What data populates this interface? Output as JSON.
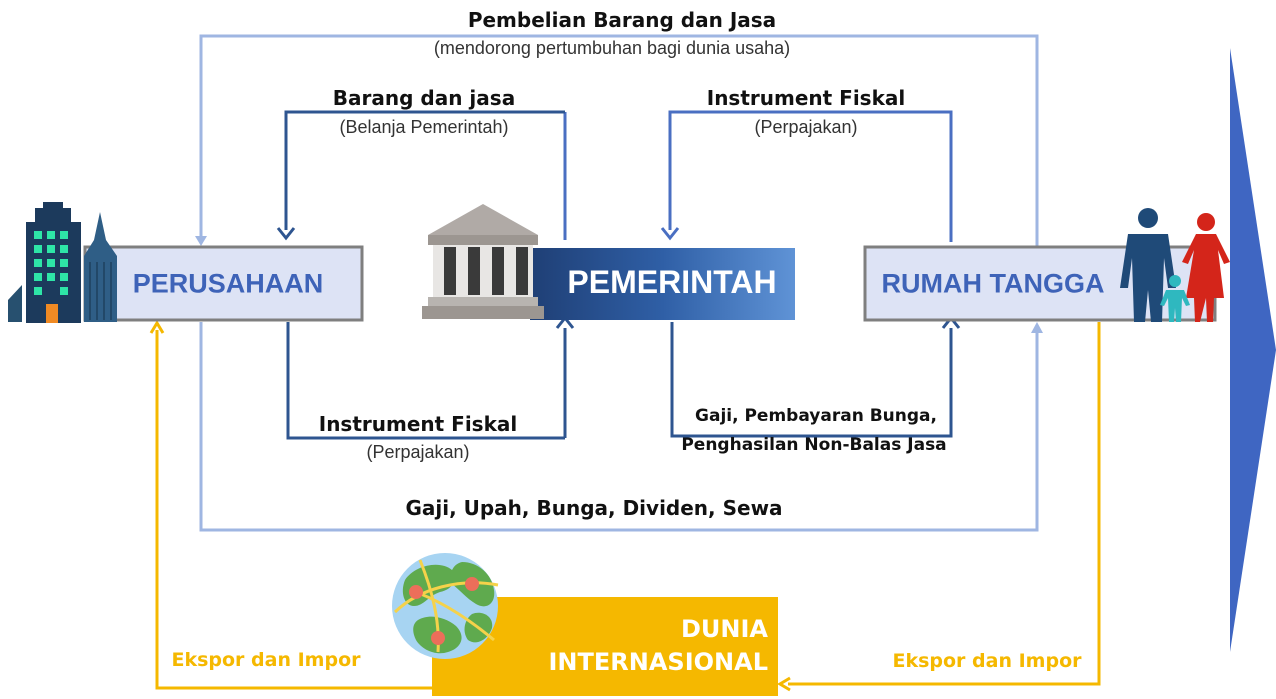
{
  "nodes": {
    "perusahaan": "PERUSAHAAN",
    "pemerintah": "PEMERINTAH",
    "rumah_tangga": "RUMAH TANGGA",
    "dunia_line1": "DUNIA",
    "dunia_line2": "INTERNASIONAL"
  },
  "flows": {
    "top_title": "Pembelian Barang dan Jasa",
    "top_sub": "(mendorong pertumbuhan bagi dunia usaha)",
    "barang_title": "Barang dan jasa",
    "barang_sub": "(Belanja Pemerintah)",
    "fiskal_right_title": "Instrument Fiskal",
    "fiskal_right_sub": "(Perpajakan)",
    "fiskal_left_title": "Instrument Fiskal",
    "fiskal_left_sub": "(Perpajakan)",
    "gaji_bunga_line1": "Gaji, Pembayaran Bunga,",
    "gaji_bunga_line2": "Penghasilan Non-Balas Jasa",
    "gaji_upah": "Gaji, Upah, Bunga, Dividen, Sewa",
    "ekspor_left": "Ekspor dan Impor",
    "ekspor_right": "Ekspor dan Impor"
  },
  "colors": {
    "light_blue": "#9fb6e2",
    "dark_blue": "#2e5590",
    "mid_blue": "#4a6fc2",
    "gold": "#f5b800",
    "box_fill": "#dde3f5",
    "box_border": "#7f7f7f"
  },
  "icons": [
    "building-icon",
    "bank-icon",
    "family-icon",
    "globe-icon",
    "arrow-right-icon"
  ]
}
